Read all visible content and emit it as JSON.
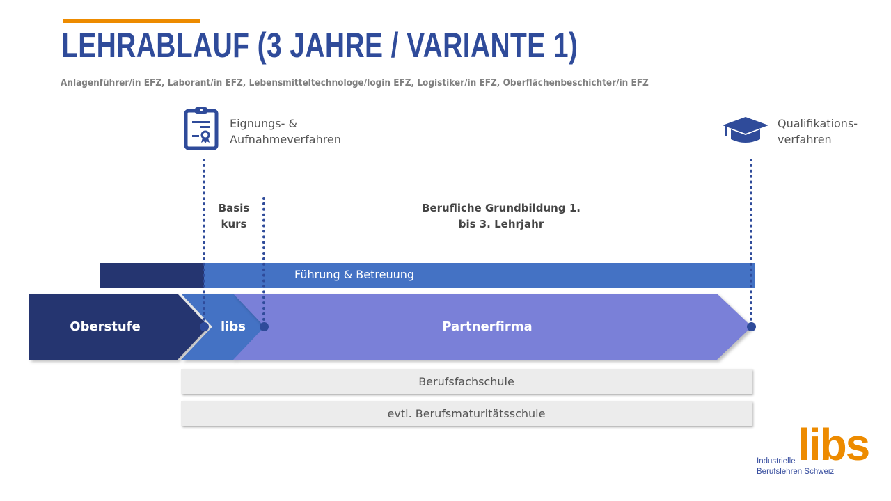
{
  "title": "LEHRABLAUF (3 JAHRE / VARIANTE 1)",
  "subtitle": "Anlagenführer/in EFZ, Laborant/in EFZ, Lebensmitteltechnologe/login EFZ, Logistiker/in EFZ, Oberflächenbeschichter/in EFZ",
  "milestones": {
    "start": [
      "Eignungs- &",
      "Aufnahmeverfahren"
    ],
    "end": [
      "Qualifikations-",
      "verfahren"
    ]
  },
  "phases": {
    "basis": [
      "Basis",
      "kurs"
    ],
    "grundbildung": [
      "Berufliche Grundbildung 1.",
      "bis 3. Lehrjahr"
    ]
  },
  "fuehrung": "Führung & Betreuung",
  "arrows": {
    "oberstufe": "Oberstufe",
    "libs": "libs",
    "partner": "Partnerfirma"
  },
  "schools": [
    "Berufsfachschule",
    "evtl. Berufsmaturitätsschule"
  ],
  "logo": {
    "word": "libs",
    "line1": "Industrielle",
    "line2": "Berufslehren Schweiz"
  },
  "colors": {
    "dark": "#253570",
    "mid": "#4472c4",
    "light": "#7a80d8",
    "orange": "#ed8b00"
  }
}
